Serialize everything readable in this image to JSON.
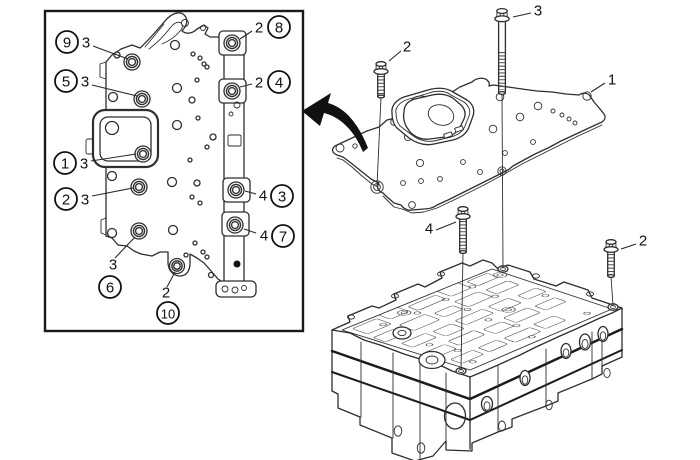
{
  "colors": {
    "background": "#ffffff",
    "line": "#2e2e2e",
    "accent_black": "#111111"
  },
  "detail_box": {
    "callouts": [
      {
        "circle": "9",
        "qty": "3"
      },
      {
        "circle": "5",
        "qty": "3"
      },
      {
        "circle": "1",
        "qty": "3"
      },
      {
        "circle": "2",
        "qty": "3"
      },
      {
        "circle": "6",
        "qty": "3"
      },
      {
        "circle": "10",
        "qty": "2"
      },
      {
        "circle": "8",
        "qty": "2"
      },
      {
        "circle": "4",
        "qty": "2"
      },
      {
        "circle": "3",
        "qty": "4"
      },
      {
        "circle": "7",
        "qty": "4"
      }
    ]
  },
  "exploded_view": {
    "part_labels": [
      {
        "label": "1"
      },
      {
        "label": "2"
      },
      {
        "label": "3"
      },
      {
        "label": "4"
      },
      {
        "label": "2"
      }
    ]
  }
}
